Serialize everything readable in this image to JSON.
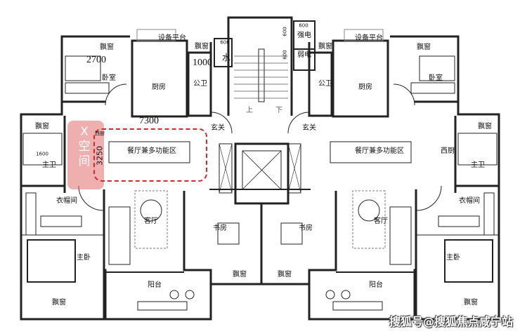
{
  "title": "户型平面图",
  "left_unit": {
    "bay_window_bedroom": "飘窗",
    "dim_2700": "2700",
    "bedroom": "卧室",
    "equipment_platform": "设备平台",
    "kitchen": "厨房",
    "bay_window_bath": "飘窗",
    "dim_1000": "1000",
    "public_bath": "公卫",
    "dim_7300": "7300",
    "bay_window_master_bath": "飘窗",
    "dim_1600": "1600",
    "master_bath": "主卫",
    "x_space": "X空间",
    "western_kitchen": "西厨",
    "dim_3250": "3250",
    "dining": "餐厅兼多功能区",
    "foyer": "玄关",
    "cloakroom": "衣帽间",
    "living": "客厅",
    "study": "书房",
    "master_bedroom": "主卧",
    "balcony": "阳台",
    "bay_window_master": "飘窗",
    "bay_window_study": "飘窗"
  },
  "core": {
    "dim_600a": "600",
    "water": "水",
    "dim_600b": "600",
    "strong_power": "强电",
    "weak_power": "弱电",
    "dim_600c": "600",
    "dim_600d": "600",
    "up": "上",
    "down": "下"
  },
  "right_unit": {
    "bay_window_bath": "飘窗",
    "bay_window_bedroom": "飘窗",
    "bedroom": "卧室",
    "kitchen": "厨房",
    "public_bath": "公卫",
    "equipment_platform": "设备平台",
    "foyer": "玄关",
    "bay_window_master_bath": "飘窗",
    "western_kitchen": "西厨",
    "master_bath": "主卫",
    "dining": "餐厅兼多功能区",
    "cloakroom": "衣帽间",
    "living": "客厅",
    "study": "书房",
    "master_bedroom": "主卧",
    "balcony": "阳台",
    "bay_window_master": "飘窗",
    "bay_window_study": "飘窗"
  },
  "watermark": "搜狐号@搜狐焦点咸宁站",
  "colors": {
    "highlight": "#e26e6e",
    "dashed": "#d9252e",
    "wall": "#222222"
  }
}
